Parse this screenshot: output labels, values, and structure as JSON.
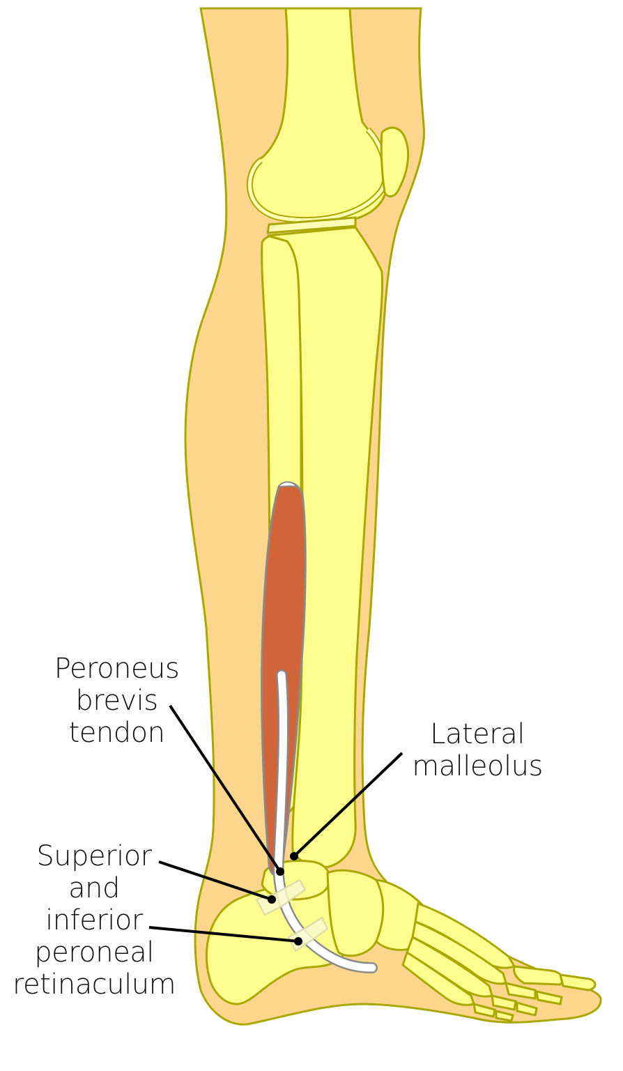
{
  "figure": {
    "subject": "Lateral view of the lower leg, ankle and foot showing peroneus brevis",
    "colors": {
      "background": "#ffffff",
      "skin": "#fdd68d",
      "bone": "#fefe8e",
      "bone_light": "#fefeb4",
      "outline": "#a9a800",
      "muscle": "#d2643a",
      "tendon": "#ffffff",
      "tendon_outline": "#8a8a8a",
      "retinaculum": "#f8f8cc",
      "leader_line": "#000000"
    }
  },
  "labels": {
    "peroneus_brevis_tendon": {
      "lines": [
        "Peroneus",
        "brevis",
        "tendon"
      ]
    },
    "lateral_malleolus": {
      "lines": [
        "Lateral",
        "malleolus"
      ]
    },
    "retinaculum": {
      "lines": [
        "Superior",
        "and",
        "inferior",
        "peroneal",
        "retinaculum"
      ]
    }
  }
}
